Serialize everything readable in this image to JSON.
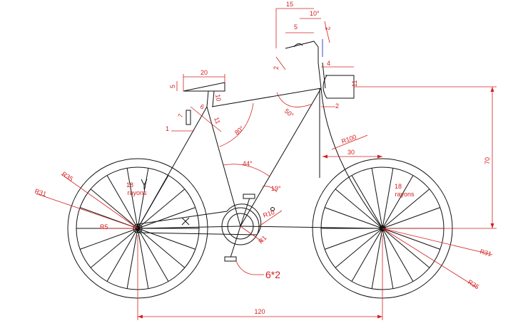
{
  "colors": {
    "outline": "#111111",
    "dimension": "#d42020",
    "accent": "#2233cc"
  },
  "wheels": {
    "rear": {
      "spoke_label": "18",
      "spoke_unit": "rayons",
      "spoke_count": 18
    },
    "front": {
      "spoke_label": "18",
      "spoke_unit": "rayons",
      "spoke_count": 18
    }
  },
  "dims": {
    "wheelbase": "120",
    "front_height": "70",
    "front_offset": "30",
    "fork_radius": "R100",
    "rear_r31": "R31",
    "rear_r35": "R35",
    "front_r31": "R31",
    "front_r35": "R35",
    "hub_r5": "R5",
    "bb_r10": "R10",
    "bb_r1": "R1",
    "pedal_note": "6*2",
    "angle_44": "44°",
    "angle_80": "80°",
    "angle_50": "50°",
    "angle_19": "19°",
    "saddle_len": "20",
    "saddle_thk": "5",
    "seatpost_10": "10",
    "seat_11": "11",
    "seat_6": "6",
    "seat_7": "7",
    "seat_1": "1",
    "bar_15": "15",
    "bar_10deg": "10°",
    "bar_5": "5",
    "bar_2a": "2",
    "bar_2b": "2",
    "head_4": "4",
    "head_11": "11",
    "head_2": "2"
  }
}
